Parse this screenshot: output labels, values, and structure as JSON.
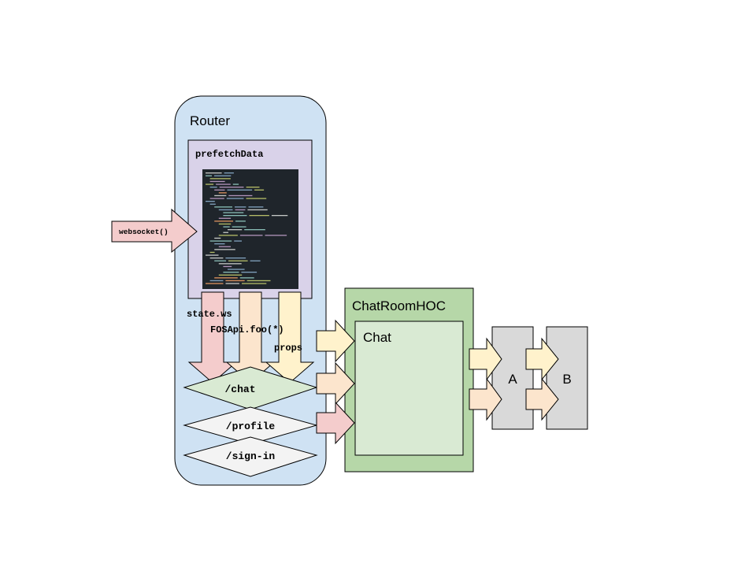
{
  "router": {
    "title": "Router",
    "prefetch_label": "prefetchData"
  },
  "websocket": {
    "label": "websocket()"
  },
  "flows": {
    "state_ws": "state.ws",
    "fosapi": "FOSApi.foo(*)",
    "props": "props"
  },
  "routes": {
    "chat": "/chat",
    "profile": "/profile",
    "sign_in": "/sign-in"
  },
  "chatroom": {
    "title": "ChatRoomHOC",
    "chat_label": "Chat"
  },
  "components": {
    "a": "A",
    "b": "B"
  },
  "colors": {
    "router_fill": "#cfe2f3",
    "prefetch_fill": "#d9d2e9",
    "hoc_fill": "#b6d7a8",
    "chat_fill": "#d9ead3",
    "component_fill": "#d9d9d9",
    "pink_arrow": "#f4cccc",
    "peach_arrow": "#fce5cd",
    "yellow_arrow": "#fff2cc",
    "chat_route_fill": "#d9ead3",
    "other_route_fill": "#f3f3f3",
    "code_bg": "#1f252b"
  }
}
